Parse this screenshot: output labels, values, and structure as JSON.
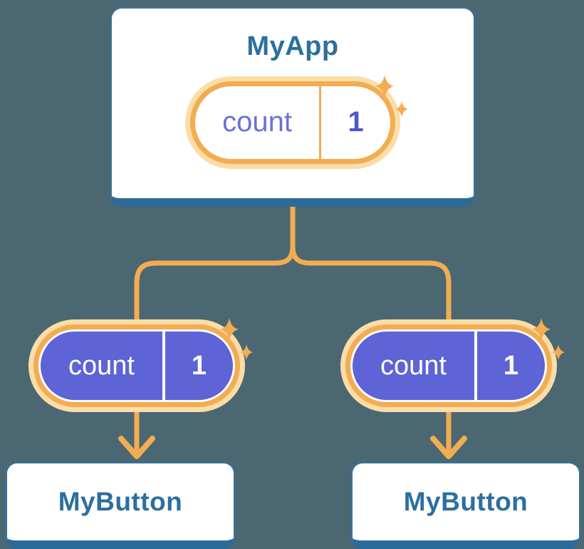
{
  "diagram": {
    "root": {
      "title": "MyApp",
      "state": {
        "name": "count",
        "value": "1"
      }
    },
    "children": [
      {
        "title": "MyButton",
        "prop": {
          "name": "count",
          "value": "1"
        }
      },
      {
        "title": "MyButton",
        "prop": {
          "name": "count",
          "value": "1"
        }
      }
    ]
  },
  "icons": {
    "sparkle": "✦",
    "arrow_down": "↓"
  },
  "colors": {
    "background": "#4B6771",
    "card_border_blue": "#3574A0",
    "card_shadow_blue": "#2C6B98",
    "title_text_blue": "#2C6F9F",
    "accent_orange": "#F2AC52",
    "glow_peach": "#FBDDA8",
    "pill_purple": "#5E64D5",
    "state_name_purple": "#6B70DA",
    "state_value_purple": "#4E55CF"
  }
}
